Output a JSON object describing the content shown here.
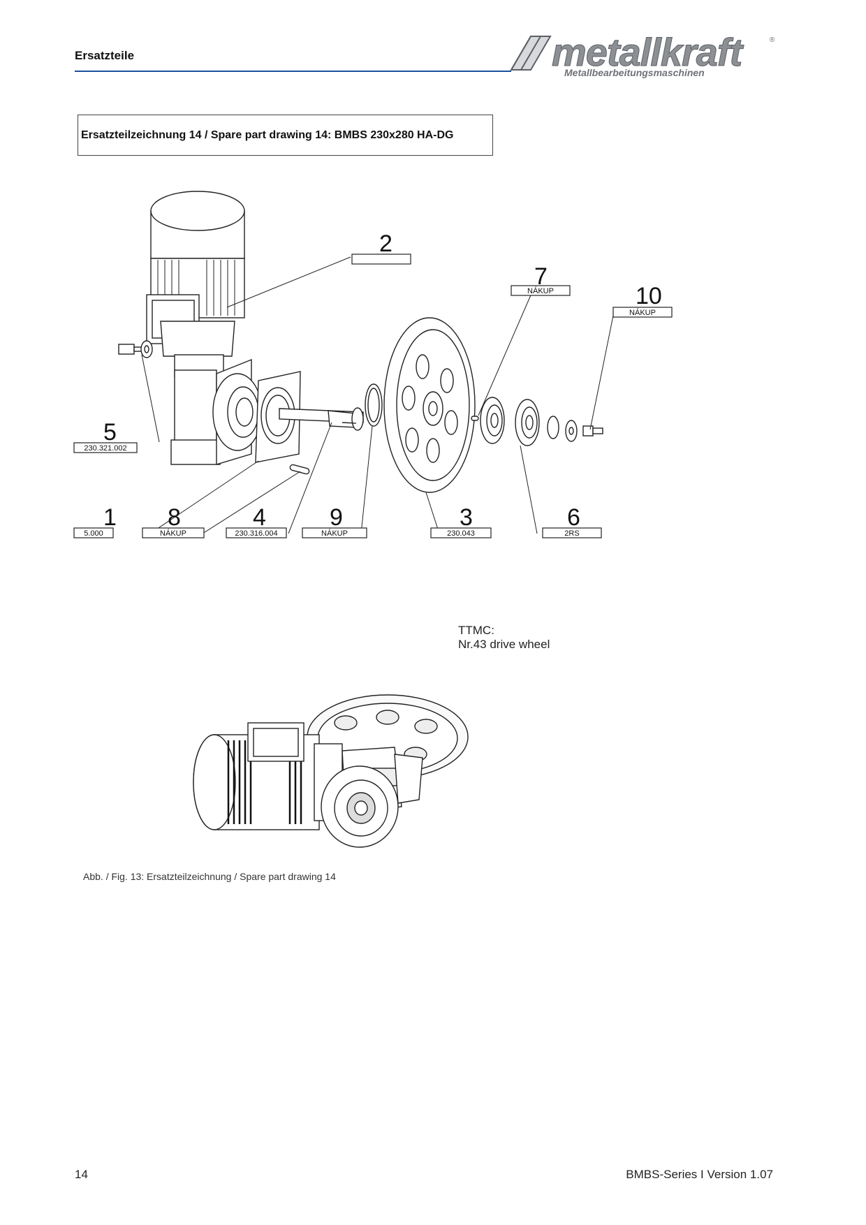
{
  "header": {
    "section_title": "Ersatzteile",
    "logo_text": "metallkraft",
    "logo_reg": "®",
    "logo_subtitle": "Metallbearbeitungsmaschinen"
  },
  "title_box": {
    "text": "Ersatzteilzeichnung 14 /  Spare part drawing 14:  BMBS 230x280 HA-DG"
  },
  "callouts": [
    {
      "number": "2",
      "tag": ""
    },
    {
      "number": "7",
      "tag": "NÁKUP"
    },
    {
      "number": "10",
      "tag": "NÁKUP"
    },
    {
      "number": "5",
      "tag": "230.321.002"
    },
    {
      "number": "1",
      "tag": "5.000"
    },
    {
      "number": "8",
      "tag": "NÁKUP"
    },
    {
      "number": "4",
      "tag": "230.316.004"
    },
    {
      "number": "9",
      "tag": "NÁKUP"
    },
    {
      "number": "3",
      "tag": "230.043"
    },
    {
      "number": "6",
      "tag": "2RS"
    }
  ],
  "note": {
    "line1": "TTMC:",
    "line2": "Nr.43 drive wheel"
  },
  "caption": "Abb. / Fig. 13: Ersatzteilzeichnung / Spare part drawing 14",
  "footer": {
    "page_number": "14",
    "version": "BMBS-Series I Version 1.07"
  },
  "colors": {
    "rule": "#1b4f9c",
    "logo_gray": "#8c8f93",
    "line_art": "#222222"
  }
}
